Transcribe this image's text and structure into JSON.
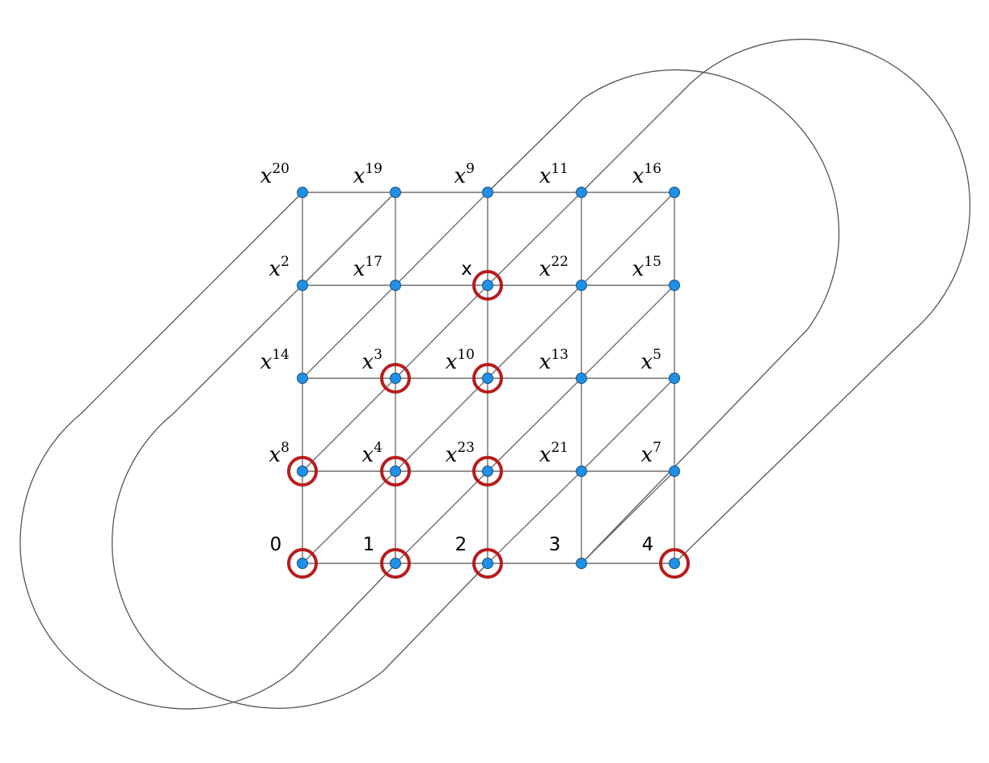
{
  "colors": {
    "node": "#1e90e8",
    "ring": "#b81c1c",
    "edge": "#6e6e6e"
  },
  "grid": {
    "rows": [
      [
        {
          "base": "x",
          "exp": "20",
          "ring": false
        },
        {
          "base": "x",
          "exp": "19",
          "ring": false
        },
        {
          "base": "x",
          "exp": "9",
          "ring": false
        },
        {
          "base": "x",
          "exp": "11",
          "ring": false
        },
        {
          "base": "x",
          "exp": "16",
          "ring": false
        }
      ],
      [
        {
          "base": "x",
          "exp": "2",
          "ring": false
        },
        {
          "base": "x",
          "exp": "17",
          "ring": false
        },
        {
          "base": "x",
          "exp": "",
          "ring": true
        },
        {
          "base": "x",
          "exp": "22",
          "ring": false
        },
        {
          "base": "x",
          "exp": "15",
          "ring": false
        }
      ],
      [
        {
          "base": "x",
          "exp": "14",
          "ring": false
        },
        {
          "base": "x",
          "exp": "3",
          "ring": true
        },
        {
          "base": "x",
          "exp": "10",
          "ring": true
        },
        {
          "base": "x",
          "exp": "13",
          "ring": false
        },
        {
          "base": "x",
          "exp": "5",
          "ring": false
        }
      ],
      [
        {
          "base": "x",
          "exp": "8",
          "ring": true
        },
        {
          "base": "x",
          "exp": "4",
          "ring": true
        },
        {
          "base": "x",
          "exp": "23",
          "ring": true
        },
        {
          "base": "x",
          "exp": "21",
          "ring": false
        },
        {
          "base": "x",
          "exp": "7",
          "ring": false
        }
      ],
      [
        {
          "base": "0",
          "exp": "",
          "ring": true
        },
        {
          "base": "1",
          "exp": "",
          "ring": true
        },
        {
          "base": "2",
          "exp": "",
          "ring": true
        },
        {
          "base": "3",
          "exp": "",
          "ring": false
        },
        {
          "base": "4",
          "exp": "",
          "ring": true
        }
      ]
    ]
  }
}
